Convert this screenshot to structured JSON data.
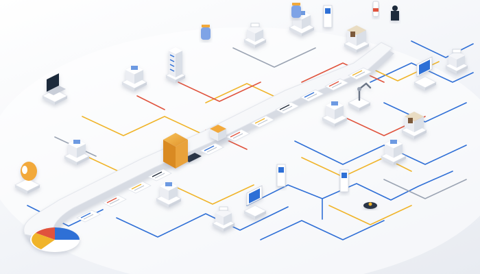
{
  "colors": {
    "background": "#f2f4f8",
    "platform_top": "#ffffff",
    "platform_side": "#d7dbe3",
    "wire_blue": "#2f6fd6",
    "wire_yellow": "#f0b429",
    "wire_red": "#e0533d",
    "wire_gray": "#9aa3b2",
    "accent_gold": "#f2a93b",
    "screen_dark": "#1f2a3a"
  },
  "icons": [
    "printer-icon",
    "laptop-icon",
    "server-icon",
    "paper-roll-icon",
    "package-box-icon",
    "monitor-icon",
    "kiosk-icon",
    "bottle-icon",
    "jar-icon",
    "trophy-icon",
    "robot-arm-icon",
    "keyboard-icon",
    "document-icon",
    "pie-chart-icon",
    "cup-icon",
    "storage-cabinet-icon",
    "camera-icon",
    "scanner-icon",
    "factory-machine-icon",
    "plant-icon"
  ],
  "nodes": [
    {
      "kind": "paper-roll"
    },
    {
      "kind": "machine"
    },
    {
      "kind": "laptop"
    },
    {
      "kind": "machine"
    },
    {
      "kind": "server"
    },
    {
      "kind": "jar"
    },
    {
      "kind": "printer"
    },
    {
      "kind": "machine"
    },
    {
      "kind": "kiosk"
    },
    {
      "kind": "bottle"
    },
    {
      "kind": "trophy"
    },
    {
      "kind": "jar"
    },
    {
      "kind": "cabinet"
    },
    {
      "kind": "robot"
    },
    {
      "kind": "machine"
    },
    {
      "kind": "monitor"
    },
    {
      "kind": "printer"
    },
    {
      "kind": "cabinet"
    },
    {
      "kind": "machine"
    },
    {
      "kind": "printer"
    },
    {
      "kind": "kiosk"
    },
    {
      "kind": "kiosk"
    },
    {
      "kind": "box"
    },
    {
      "kind": "keyboard"
    },
    {
      "kind": "monitor"
    },
    {
      "kind": "scanner"
    },
    {
      "kind": "machine"
    }
  ]
}
